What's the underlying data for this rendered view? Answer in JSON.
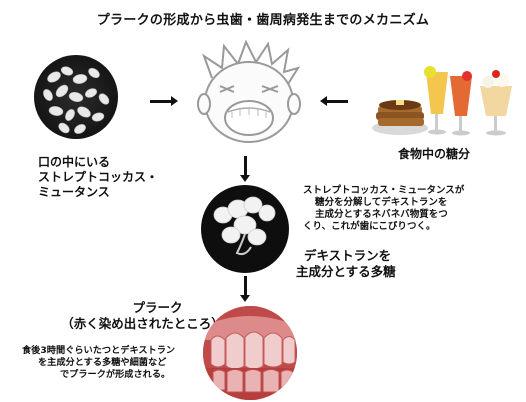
{
  "title": "プラークの形成から虫歯・歯周病発生までのメカニズム",
  "bacteria": {
    "label_line1": "口の中にいる",
    "label_line2": "ストレプトコッカス・",
    "label_line3": "ミュータンス"
  },
  "food": {
    "label": "食物中の糖分"
  },
  "dextran": {
    "desc_line1": "ストレプトコッカス・ミュータンスが",
    "desc_line2": "糖分を分解してデキストランを",
    "desc_line3": "主成分とするネバネバ物質をつ",
    "desc_line4": "くり、これが歯にこびりつく。",
    "label_line1": "デキストランを",
    "label_line2": "主成分とする多糖"
  },
  "plaque": {
    "label_line1": "プラーク",
    "label_line2": "（赤く染め出されたところ）",
    "desc_line1": "食後3時間ぐらいたつとデキストラン",
    "desc_line2": "を主成分とする多糖や細菌など",
    "desc_line3": "でプラークが形成される。"
  },
  "colors": {
    "plaque_red": "#c0504d",
    "arrow": "#111111"
  }
}
